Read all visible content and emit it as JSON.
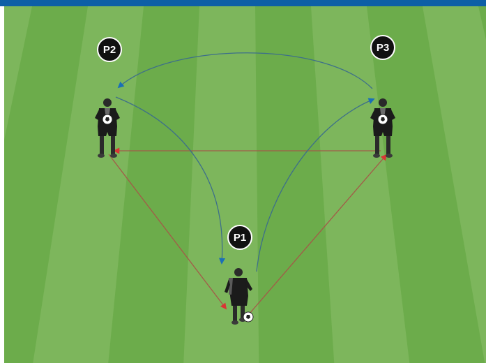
{
  "colors": {
    "top_bar": "#0d5fa6",
    "grass_dark": "#6cac4b",
    "grass_light": "#7db65c",
    "pass_arrow": "#d93434",
    "run_arrow": "#1a6fb8",
    "arrow_line": "#a35a48",
    "run_line": "#3d6f8a",
    "label_bg": "#111111",
    "label_border": "#ffffff",
    "kit": "#1b1b1b",
    "kit_trim": "#6b6b6b"
  },
  "players": [
    {
      "id": "p2",
      "label": "P2",
      "icon": "player-holding-ball-icon"
    },
    {
      "id": "p3",
      "label": "P3",
      "icon": "player-holding-ball-icon"
    },
    {
      "id": "p1",
      "label": "P1",
      "icon": "player-dribbling-icon"
    }
  ],
  "movements": {
    "passes": [
      {
        "from": "p3",
        "to": "p2",
        "type": "pass"
      },
      {
        "from": "p2",
        "to": "p1",
        "type": "pass"
      },
      {
        "from": "p1",
        "to": "p3",
        "type": "pass"
      }
    ],
    "runs": [
      {
        "from": "p3",
        "to": "p2",
        "type": "run"
      },
      {
        "from": "p2",
        "to": "p1",
        "type": "run"
      },
      {
        "from": "p1",
        "to": "p3",
        "type": "run"
      }
    ]
  }
}
